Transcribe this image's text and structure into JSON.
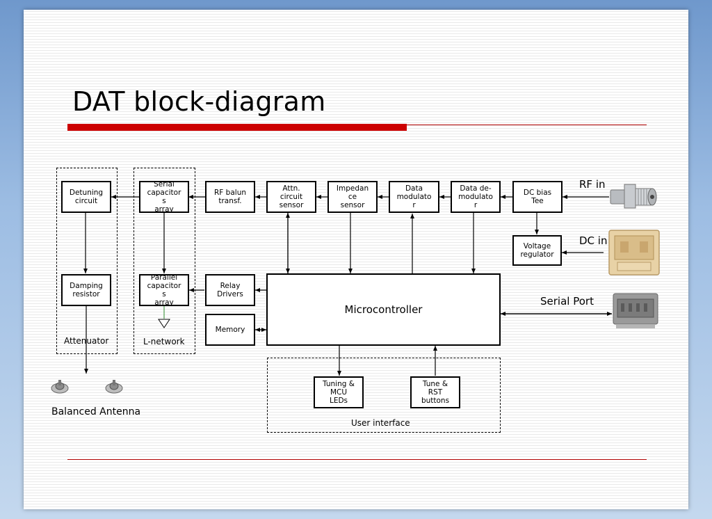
{
  "slide": {
    "title": "DAT block-diagram",
    "colors": {
      "accent_red": "#cc0000",
      "background_blue": "#7fa6d6"
    }
  },
  "blocks": {
    "detuning": "Detuning\ncircuit",
    "damping": "Damping\nresistor",
    "serial_cap": "Serial\ncapacitor\ns\narray",
    "parallel_cap": "Parallel\ncapacitor\ns\narray",
    "rf_balun": "RF balun\ntransf.",
    "attn_sensor": "Attn.\ncircuit\nsensor",
    "impedance_sensor": "Impedan\nce\nsensor",
    "data_modulator": "Data\nmodulato\nr",
    "data_demodulator": "Data de-\nmodulato\nr",
    "dc_bias_tee": "DC bias\nTee",
    "voltage_regulator": "Voltage\nregulator",
    "relay_drivers": "Relay\nDrivers",
    "memory": "Memory",
    "microcontroller": "Microcontroller",
    "tuning_leds": "Tuning &\nMCU\nLEDs",
    "tune_buttons": "Tune &\nRST\nbuttons"
  },
  "groups": {
    "attenuator": "Attenuator",
    "l_network": "L-network",
    "user_interface": "User interface"
  },
  "labels": {
    "rf_in": "RF in",
    "dc_in": "DC in",
    "serial_port": "Serial Port",
    "balanced_antenna": "Balanced Antenna"
  },
  "icons": {
    "rf_connector": "sma-connector-icon",
    "dc_connector": "dc-power-connector-icon",
    "serial_connector": "serial-port-connector-icon",
    "antenna_terminal": "antenna-terminal-icon",
    "ground": "ground-symbol-icon"
  }
}
